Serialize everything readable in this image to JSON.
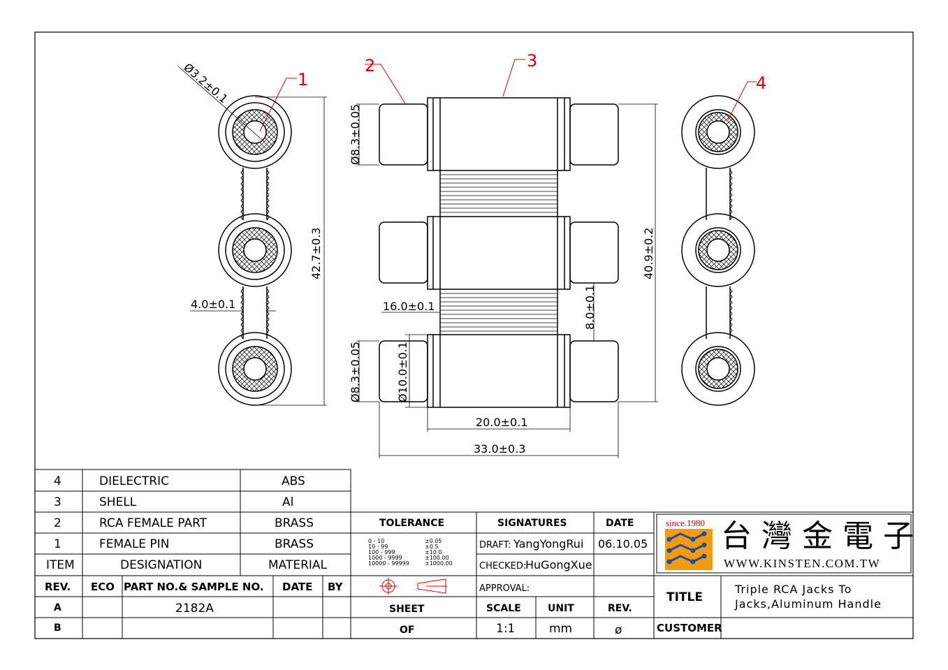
{
  "callouts": {
    "c1": "1",
    "c2": "2",
    "c3": "3",
    "c4": "4"
  },
  "dimensions": {
    "pin_dia": "Ø3.2±0.1",
    "height_left": "42.7±0.3",
    "neck_width": "4.0±0.1",
    "jack_dia_top": "Ø8.3±0.05",
    "jack_dia_bottom": "Ø8.3±0.05",
    "body_dia": "Ø10.0±0.1",
    "handle_len": "16.0±0.1",
    "body_len": "20.0±0.1",
    "total_len": "33.0±0.3",
    "height_right": "40.9±0.2",
    "pitch": "8.0±0.1"
  },
  "bom": {
    "rows": [
      {
        "item": "4",
        "designation": "DIELECTRIC",
        "material": "ABS"
      },
      {
        "item": "3",
        "designation": "SHELL",
        "material": "Al"
      },
      {
        "item": "2",
        "designation": "RCA FEMALE PART",
        "material": "BRASS"
      },
      {
        "item": "1",
        "designation": "FEMALE PIN",
        "material": "BRASS"
      }
    ],
    "header": {
      "item": "ITEM",
      "designation": "DESIGNATION",
      "material": "MATERIAL"
    }
  },
  "revisions": {
    "header": {
      "rev": "REV.",
      "eco": "ECO",
      "part": "PART NO.& SAMPLE NO.",
      "date": "DATE",
      "by": "BY"
    },
    "rows": [
      {
        "rev": "A",
        "part": "2182A"
      },
      {
        "rev": "B",
        "part": ""
      }
    ]
  },
  "tolerance": {
    "title": "TOLERANCE",
    "ranges": [
      "0 - 10",
      "10 - 99",
      "100 - 999",
      "1000 - 9999",
      "10000 - 99999"
    ],
    "values": [
      "±0.05",
      "±0.5",
      "±10.0",
      "±100.00",
      "±1000.00"
    ],
    "sheet_label": "SHEET",
    "of_label": "OF"
  },
  "signatures": {
    "title": "SIGNATURES",
    "date_title": "DATE",
    "draft_label": "DRAFT:",
    "draft_name": "YangYongRui",
    "draft_date": "06.10.05",
    "checked_label": "CHECKED:",
    "checked_name": "HuGongXue",
    "approval_label": "APPROVAL:",
    "scale_label": "SCALE",
    "unit_label": "UNIT",
    "rev_label": "REV.",
    "scale": "1:1",
    "unit": "mm",
    "rev": "ø"
  },
  "company": {
    "since": "since.1980",
    "name": "台灣金電子",
    "url": "WWW.KINSTEN.COM.TW",
    "accent": "#f39c12",
    "logo_blue": "#1f4fa0"
  },
  "title_block": {
    "title_label": "TITLE",
    "title_line1": "Triple RCA Jacks To",
    "title_line2": "Jacks,Aluminum Handle",
    "customer_label": "CUSTOMER",
    "customer": ""
  },
  "colors": {
    "line": "#000000",
    "callout": "#dd0000"
  }
}
